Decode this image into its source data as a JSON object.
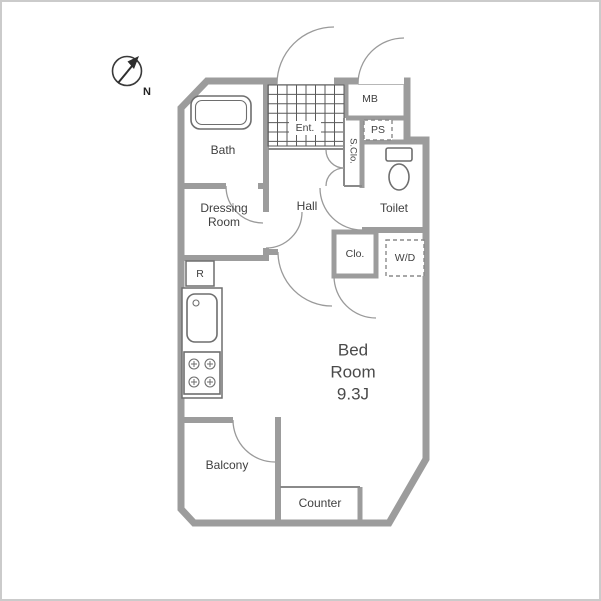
{
  "compass": {
    "north_label": "N"
  },
  "labels": {
    "bath": "Bath",
    "entrance": "Ent.",
    "meter_box": "MB",
    "pipe_space": "PS",
    "shoe_closet": "S.Clo.",
    "toilet": "Toilet",
    "hall": "Hall",
    "dressing": [
      "Dressing",
      "Room"
    ],
    "closet": "Clo.",
    "washer_dryer": "W/D",
    "refrigerator": "R",
    "bedroom": [
      "Bed",
      "Room",
      "9.3J"
    ],
    "balcony": "Balcony",
    "counter": "Counter"
  },
  "colors": {
    "wall": "#9c9c9c",
    "fixture_line": "#6e6e6e",
    "label_text": "#3f3f3f",
    "door_arc": "#9a9a9a",
    "frame_border": "#cbcbcb"
  }
}
